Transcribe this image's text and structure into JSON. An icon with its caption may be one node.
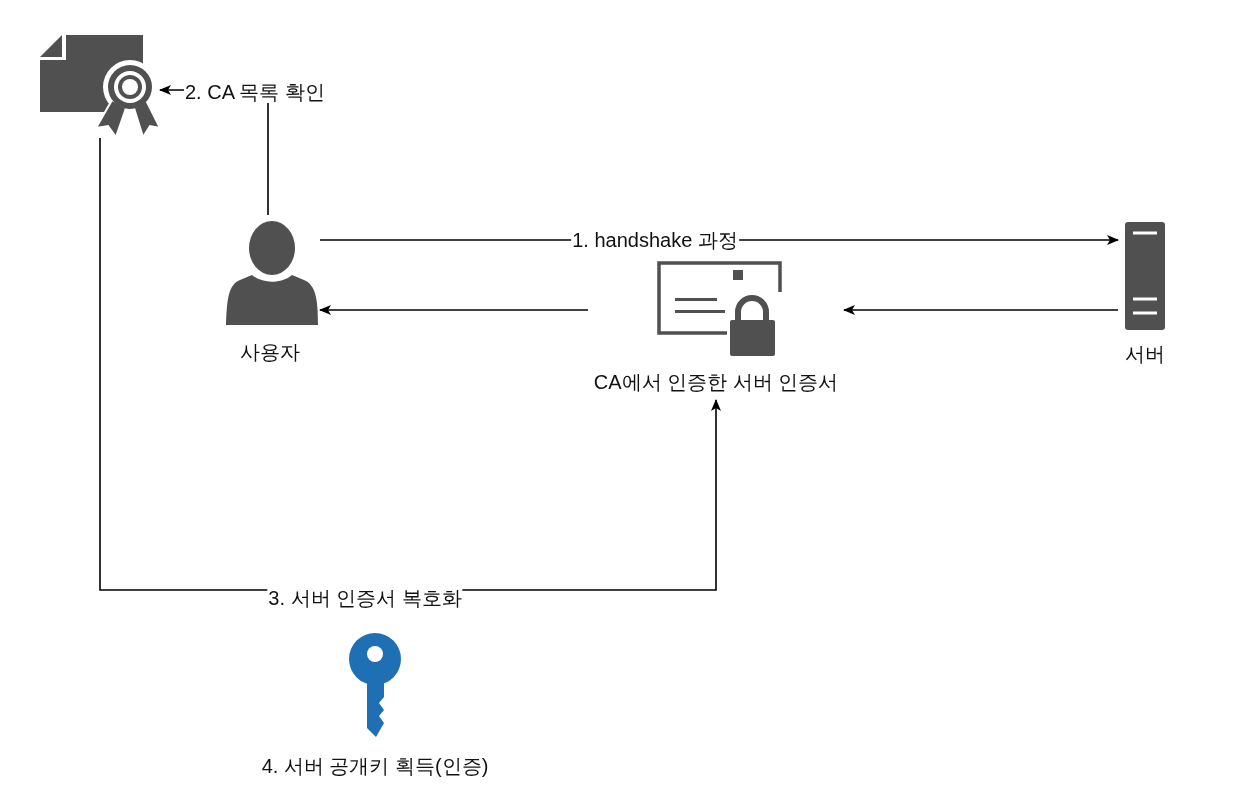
{
  "diagram": {
    "nodes": [
      {
        "text": [],
        "shape": "certificate"
      },
      {
        "text": [
          "사용자"
        ]
      },
      {
        "text": [
          "서버"
        ]
      },
      {
        "text": [
          "CA에서 인증한 서버 인증서"
        ]
      },
      {
        "text": [
          "4. 서버 공개키 획득(인증)"
        ]
      }
    ],
    "edges": [
      {
        "from": 1,
        "to": 2,
        "arrow": "to",
        "label": "1. handshake 과정"
      },
      {
        "from": 2,
        "to": 3,
        "arrow": "to"
      },
      {
        "from": 3,
        "to": 1,
        "arrow": "to"
      },
      {
        "from": 1,
        "to": 0,
        "arrow": "to",
        "label": "2. CA 목록 확인"
      },
      {
        "from": 0,
        "to": 3,
        "arrow": "to",
        "label": "3. 서버 인증서 복호화"
      }
    ]
  }
}
